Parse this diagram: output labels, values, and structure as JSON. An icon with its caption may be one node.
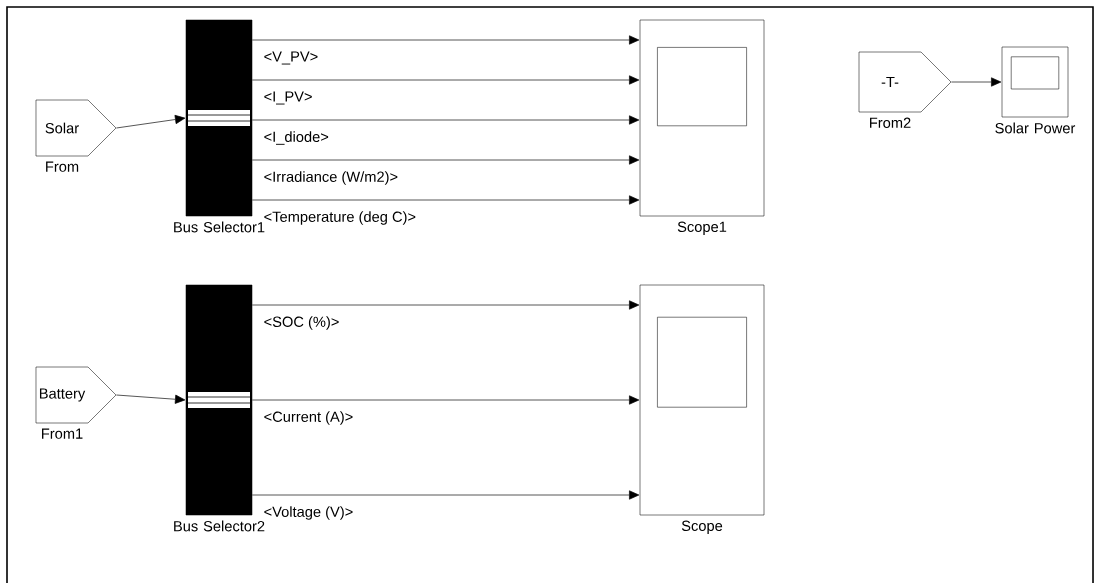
{
  "diagram": {
    "nodes": [
      {
        "text": [
          "Solar"
        ],
        "beside": [
          "From"
        ]
      },
      {
        "text": [],
        "shape": "bar",
        "beside": [
          "Bus Selector1"
        ]
      },
      {
        "text": [],
        "shape": "box",
        "beside": [
          "Scope1"
        ]
      },
      {
        "text": [
          "-T-"
        ],
        "beside": [
          "From2"
        ]
      },
      {
        "text": [],
        "shape": "box",
        "beside": [
          "Solar Power"
        ]
      },
      {
        "text": [
          "Battery"
        ],
        "beside": [
          "From1"
        ]
      },
      {
        "text": [],
        "shape": "bar",
        "beside": [
          "Bus Selector2"
        ]
      },
      {
        "text": [],
        "shape": "box",
        "beside": [
          "Scope"
        ]
      }
    ],
    "edges": [
      {
        "from": 0,
        "to": 1,
        "arrow": "to"
      },
      {
        "from": 1,
        "to": 2,
        "arrow": "to",
        "label": "<V_PV>"
      },
      {
        "from": 1,
        "to": 2,
        "arrow": "to",
        "label": "<I_PV>"
      },
      {
        "from": 1,
        "to": 2,
        "arrow": "to",
        "label": "<I_diode>"
      },
      {
        "from": 1,
        "to": 2,
        "arrow": "to",
        "label": "<Irradiance (W/m2)>"
      },
      {
        "from": 1,
        "to": 2,
        "arrow": "to",
        "label": "<Temperature (deg C)>"
      },
      {
        "from": 3,
        "to": 4,
        "arrow": "to"
      },
      {
        "from": 5,
        "to": 6,
        "arrow": "to"
      },
      {
        "from": 6,
        "to": 7,
        "arrow": "to",
        "label": "<SOC (%)>"
      },
      {
        "from": 6,
        "to": 7,
        "arrow": "to",
        "label": "<Current (A)>"
      },
      {
        "from": 6,
        "to": 7,
        "arrow": "to",
        "label": "<Voltage (V)>"
      }
    ]
  }
}
